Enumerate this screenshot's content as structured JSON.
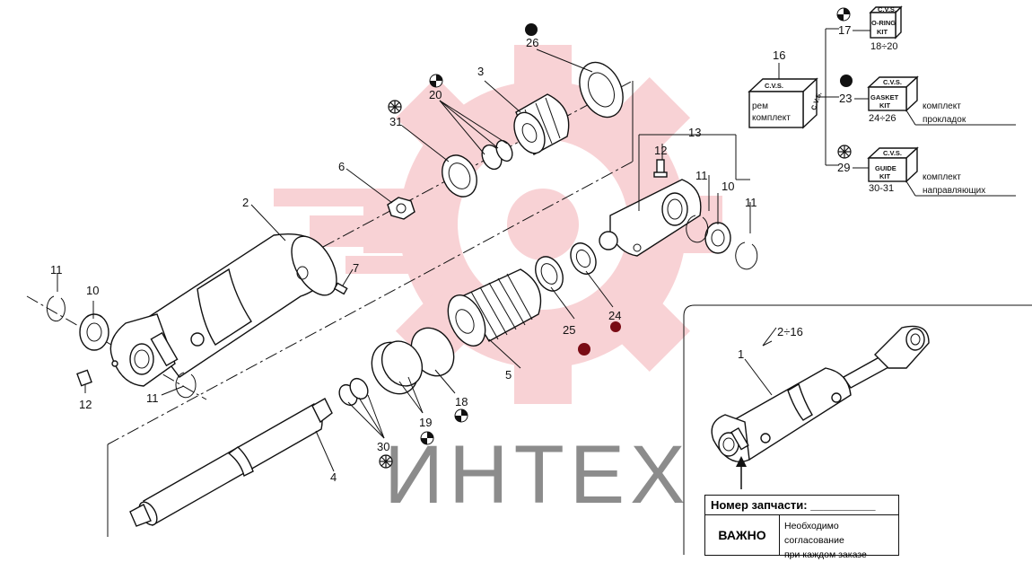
{
  "watermark": {
    "text": "ИНТЕХ",
    "gear_color": "#f4aeb3"
  },
  "labels": {
    "p1": "1",
    "p2": "2",
    "p3": "3",
    "p4": "4",
    "p5": "5",
    "p6": "6",
    "p7": "7",
    "p10a": "10",
    "p10b": "10",
    "p11a": "11",
    "p11b": "11",
    "p11c": "11",
    "p11d": "11",
    "p12a": "12",
    "p12b": "12",
    "p13": "13",
    "p16": "16",
    "p17": "17",
    "p18": "18",
    "p19": "19",
    "p20": "20",
    "p23": "23",
    "p24": "24",
    "p25": "25",
    "p26": "26",
    "p29": "29",
    "p30": "30",
    "p31": "31",
    "range_2_16": "2÷16"
  },
  "kits": {
    "main_box": {
      "brand": "C.V.S.",
      "text_line1": "рем",
      "text_line2": "комплект"
    },
    "oring": {
      "brand": "C.V.S.",
      "line1": "O-RING",
      "line2": "KIT",
      "range": "18÷20"
    },
    "gasket": {
      "brand": "C.V.S.",
      "line1": "GASKET",
      "line2": "KIT",
      "range": "24÷26",
      "desc_line1": "комплект",
      "desc_line2": "прокладок"
    },
    "guide": {
      "brand": "C.V.S.",
      "line1": "GUIDE",
      "line2": "KIT",
      "range": "30-31",
      "desc_line1": "комплект",
      "desc_line2": "направляющих"
    }
  },
  "info_box": {
    "part_number_label": "Номер запчасти: __________",
    "important_label": "ВАЖНО",
    "note_line1": "Необходимо согласование",
    "note_line2": "при каждом заказе"
  },
  "colors": {
    "ink": "#111111",
    "dark_red": "#7a0b14"
  }
}
